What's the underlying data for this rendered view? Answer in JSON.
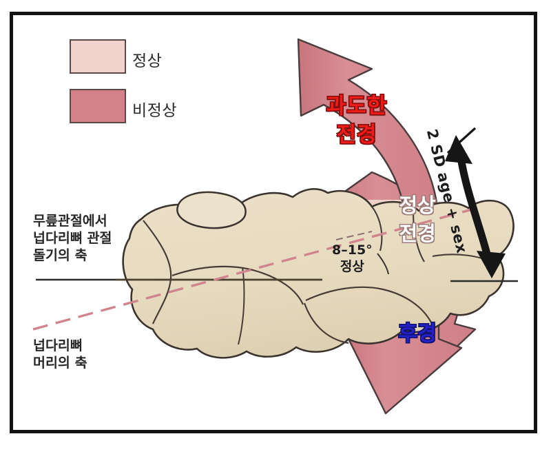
{
  "figure": {
    "title_text": "",
    "background_color": "#ffffff",
    "frame_color": "#121212"
  },
  "legend": {
    "items": [
      {
        "label": "정상",
        "swatch_color": "#f1d3cd",
        "icon": "legend-swatch-icon"
      },
      {
        "label": "비정상",
        "swatch_color": "#d4818a",
        "icon": "legend-swatch-icon"
      }
    ]
  },
  "labels": {
    "condyle_axis": "무릎관절에서\n넙다리뼈 관절\n돌기의 축",
    "head_axis": "넙다리뼈\n머리의 축",
    "angle_range": "8–15°\n정상",
    "sd_range": "2 SD age + sex"
  },
  "arrow_bands": {
    "excessive_anteversion": {
      "text": "과도한\n전경",
      "text_color": "#ee1b18",
      "band_color": "#d4818a"
    },
    "normal_anteversion": {
      "text": "정상\n전경",
      "text_color": "#ffffff",
      "band_color": "#f1d3cd"
    },
    "retroversion": {
      "text": "후경",
      "text_color": "#2222c8",
      "band_color": "#d4818a"
    }
  },
  "illustration": {
    "name": "femoral-condyle-axial-view",
    "bone_fill": "#e8dcc3",
    "bone_outline": "#3a3430",
    "reference_line_color": "#2b2b2b",
    "axis_dashed_line_color": "#d98f96"
  }
}
